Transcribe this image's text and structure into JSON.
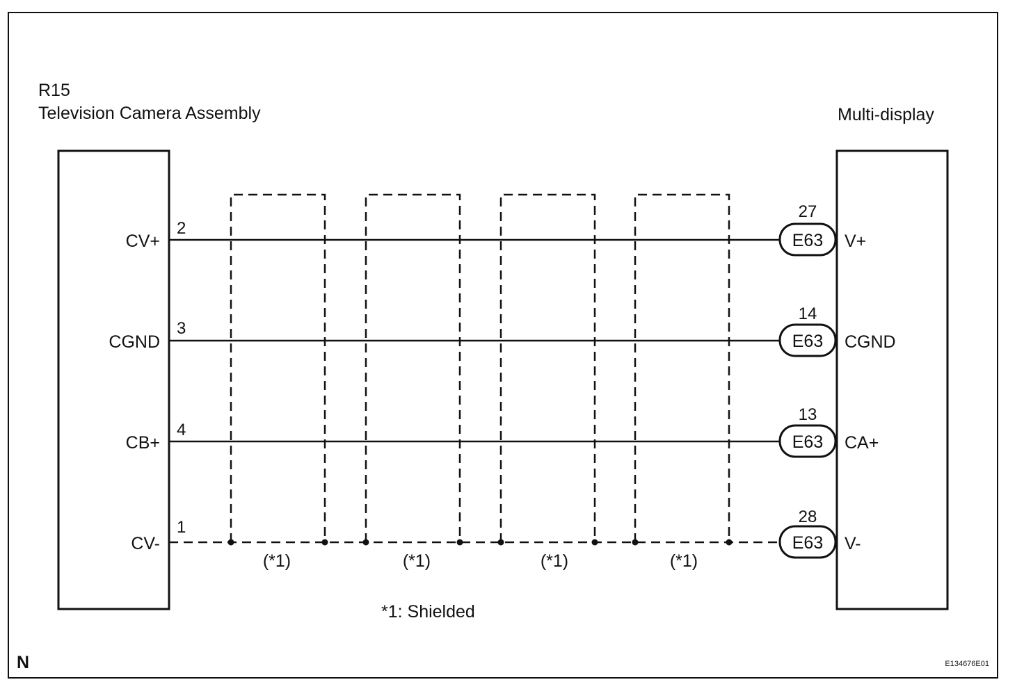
{
  "left_component": {
    "code": "R15",
    "name": "Television Camera Assembly"
  },
  "right_component": {
    "name": "Multi-display"
  },
  "wires": [
    {
      "left_terminal": "CV+",
      "left_pin": "2",
      "connector": "E63",
      "right_pin": "27",
      "right_terminal": "V+",
      "style": "solid"
    },
    {
      "left_terminal": "CGND",
      "left_pin": "3",
      "connector": "E63",
      "right_pin": "14",
      "right_terminal": "CGND",
      "style": "solid"
    },
    {
      "left_terminal": "CB+",
      "left_pin": "4",
      "connector": "E63",
      "right_pin": "13",
      "right_terminal": "CA+",
      "style": "solid"
    },
    {
      "left_terminal": "CV-",
      "left_pin": "1",
      "connector": "E63",
      "right_pin": "28",
      "right_terminal": "V-",
      "style": "dashed"
    }
  ],
  "shields": [
    "(*1)",
    "(*1)",
    "(*1)",
    "(*1)"
  ],
  "note": "*1: Shielded",
  "corner_mark": "N",
  "figure_id": "E134676E01"
}
